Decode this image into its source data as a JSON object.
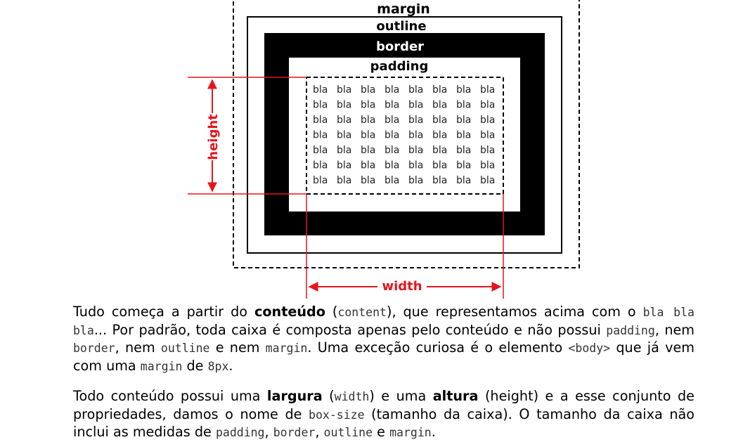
{
  "diagram": {
    "labels": {
      "margin": "margin",
      "outline": "outline",
      "border": "border",
      "padding": "padding",
      "height": "height",
      "width": "width"
    },
    "content_word": "bla",
    "content_rows": 7,
    "content_cols": 8,
    "colors": {
      "box": "#000000",
      "dimension": "#e8141b"
    }
  },
  "p1": {
    "s1": "Tudo começa a partir do ",
    "b1": "conteúdo",
    "s2": " (",
    "c1": "content",
    "s3": "), que representamos acima com o ",
    "c2": "bla bla bla",
    "s4": "... Por padrão, toda caixa é composta apenas pelo conteúdo e não possui ",
    "c3": "padding",
    "s5": ", nem ",
    "c4": "border",
    "s6": ", nem ",
    "c5": "outline",
    "s7": " e nem ",
    "c6": "margin",
    "s8": ". Uma exceção curiosa é o elemento ",
    "c7": "<body>",
    "s9": " que já vem com uma ",
    "c8": "margin",
    "s10": " de ",
    "c9": "8px",
    "s11": "."
  },
  "p2": {
    "s1": "Todo conteúdo possui uma ",
    "b1": "largura",
    "s2": " (",
    "c1": "width",
    "s3": ") e uma ",
    "b2": "altura",
    "s4": " (height) e a esse conjunto de propriedades, damos o nome de ",
    "c2": "box-size",
    "s5": " (tamanho da caixa). O tamanho da caixa não inclui as medidas de ",
    "c3": "padding",
    "s6": ", ",
    "c4": "border",
    "s7": ", ",
    "c5": "outline",
    "s8": " e ",
    "c6": "margin",
    "s9": "."
  }
}
